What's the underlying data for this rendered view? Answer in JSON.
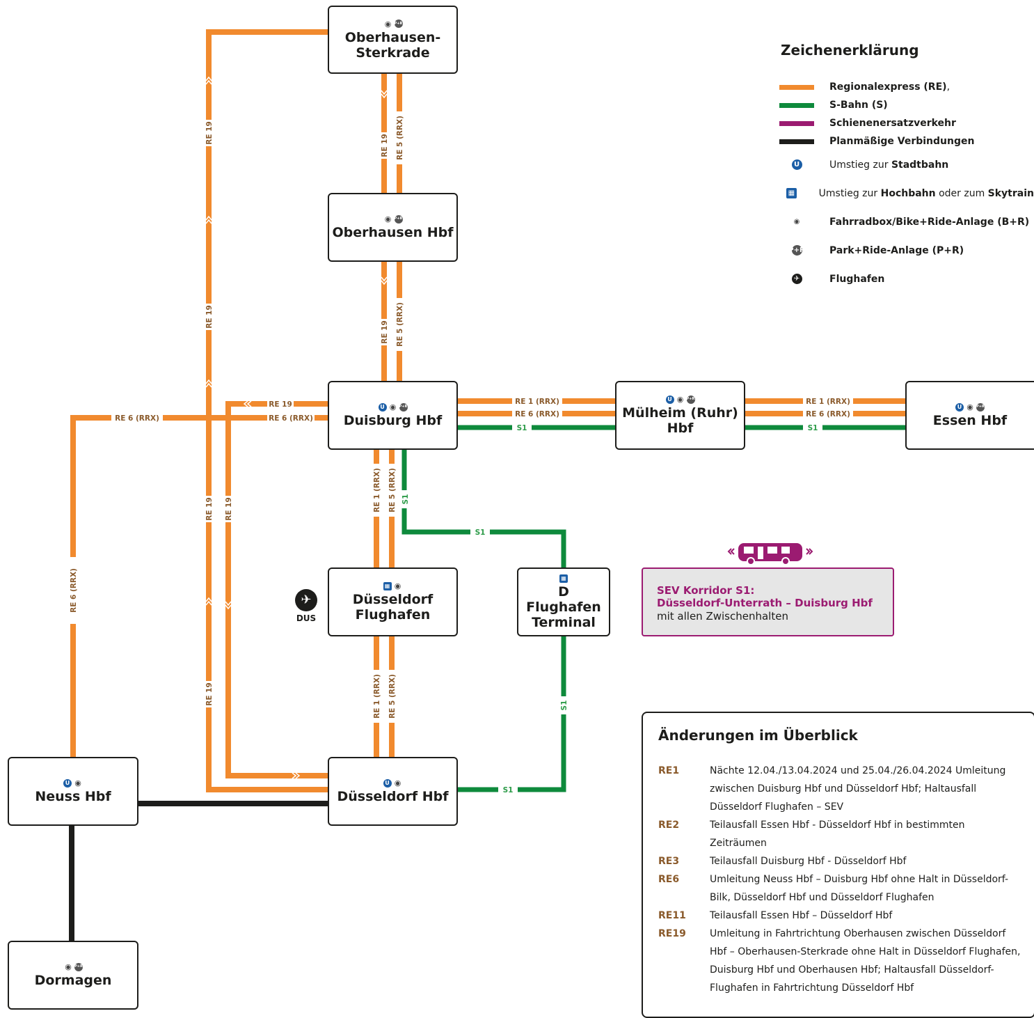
{
  "lines": {
    "re19": "RE 19",
    "re5": "RE 5 (RRX)",
    "re1": "RE 1 (RRX)",
    "re6": "RE 6 (RRX)",
    "s1": "S1"
  },
  "stations": {
    "oberhausen_sterkrade": "Oberhausen-\nSterkrade",
    "oberhausen_hbf": "Oberhausen Hbf",
    "duisburg_hbf": "Duisburg Hbf",
    "muelheim": "Mülheim (Ruhr)\nHbf",
    "essen_hbf": "Essen Hbf",
    "duesseldorf_flughafen": "Düsseldorf\nFlughafen",
    "d_flughafen_terminal": "D Flughafen\nTerminal",
    "neuss_hbf": "Neuss Hbf",
    "duesseldorf_hbf": "Düsseldorf Hbf",
    "dormagen": "Dormagen"
  },
  "airport_label": "DUS",
  "legend": {
    "title": "Zeichenerklärung",
    "re": "Regionalexpress (RE)",
    "s": "S-Bahn (S)",
    "sev": "Schienenersatzverkehr",
    "plan": "Planmäßige Verbindungen",
    "u_pre": "Umstieg zur ",
    "u_bold": "Stadtbahn",
    "sky_pre": "Umstieg zur ",
    "sky_bold1": "Hochbahn",
    "sky_mid": " oder zum ",
    "sky_bold2": "Skytrain",
    "bike": "Fahrradbox/Bike+Ride-Anlage (B+R)",
    "pr": "Park+Ride-Anlage (P+R)",
    "air": "Flughafen"
  },
  "sev_box": {
    "line1": "SEV Korridor S1:",
    "line2": "Düsseldorf-Unterrath – Duisburg Hbf",
    "line3": "mit allen Zwischenhalten"
  },
  "changes": {
    "title": "Änderungen im Überblick",
    "items": [
      {
        "code": "RE1",
        "text": "Nächte 12.04./13.04.2024 und 25.04./26.04.2024 Umleitung zwischen Duisburg Hbf und Düsseldorf Hbf; Haltausfall Düsseldorf Flughafen – SEV"
      },
      {
        "code": "RE2",
        "text": "Teilausfall Essen Hbf - Düsseldorf Hbf in bestimmten Zeiträumen"
      },
      {
        "code": "RE3",
        "text": "Teilausfall Duisburg Hbf - Düsseldorf Hbf"
      },
      {
        "code": "RE6",
        "text": "Umleitung Neuss Hbf – Duisburg Hbf ohne Halt in Düsseldorf-Bilk, Düsseldorf Hbf und Düsseldorf Flughafen"
      },
      {
        "code": "RE11",
        "text": "Teilausfall Essen Hbf – Düsseldorf Hbf"
      },
      {
        "code": "RE19",
        "text": "Umleitung in Fahrtrichtung Oberhausen zwischen Düsseldorf Hbf – Oberhausen-Sterkrade ohne Halt in Düsseldorf Flughafen, Duisburg Hbf und Oberhausen Hbf; Haltausfall Düsseldorf-Flughafen in Fahrtrichtung Düsseldorf Hbf"
      }
    ]
  },
  "colors": {
    "re": "#f18a2e",
    "s": "#0e8a3c",
    "sev": "#9b1b71",
    "plan": "#1d1d1b",
    "label": "#8a5a2b"
  }
}
